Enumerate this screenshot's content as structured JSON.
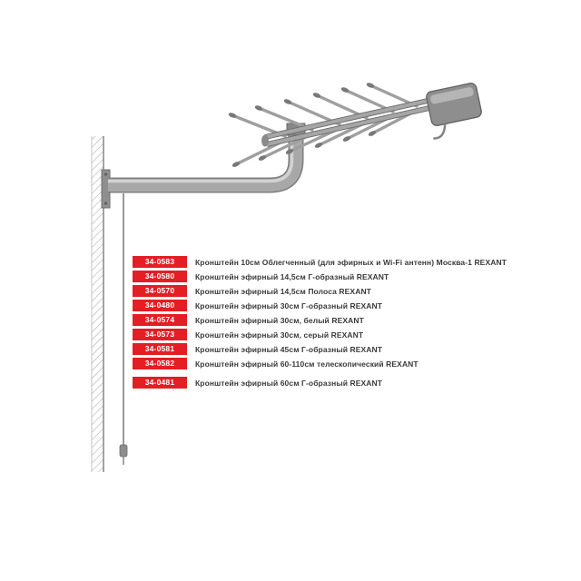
{
  "colors": {
    "badge_red": "#e31e24",
    "text_dark": "#3a3a3a",
    "metal_gray": "#a3a3a3"
  },
  "illustration": {
    "parts": [
      "wall",
      "wall-mount-plate",
      "l-shaped-bracket-arm",
      "mast-pole",
      "antenna-boom",
      "antenna-elements",
      "amplifier-box",
      "drop-cable"
    ]
  },
  "products": [
    {
      "code": "34-0583",
      "name": "Кронштейн 10см Облегченный (для эфирных и Wi-Fi антенн) Москва-1 REXANT"
    },
    {
      "code": "34-0580",
      "name": "Кронштейн эфирный 14,5см Г-образный REXANT"
    },
    {
      "code": "34-0570",
      "name": "Кронштейн эфирный 14,5см Полоса  REXANT"
    },
    {
      "code": "34-0480",
      "name": "Кронштейн эфирный 30см Г-образный REXANT"
    },
    {
      "code": "34-0574",
      "name": "Кронштейн эфирный 30см, белый  REXANT"
    },
    {
      "code": "34-0573",
      "name": "Кронштейн эфирный 30см, серый  REXANT"
    },
    {
      "code": "34-0581",
      "name": "Кронштейн эфирный 45см Г-образный REXANT"
    },
    {
      "code": "34-0582",
      "name": "Кронштейн эфирный 60-110см телескопический REXANT"
    },
    {
      "code": "34-0481",
      "name": "Кронштейн эфирный 60см Г-образный REXANT"
    }
  ]
}
